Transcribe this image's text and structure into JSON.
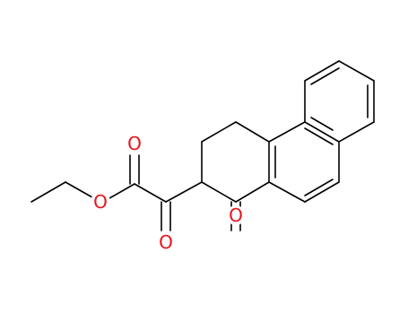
{
  "molecule": {
    "atoms": {
      "o_ester": "O",
      "o_carbonyl_ester": "O",
      "o_keto": "O",
      "o_ring_ketone": "O"
    },
    "colors": {
      "bond": "#000000",
      "oxygen": "#e8141c",
      "background": "#ffffff"
    }
  }
}
